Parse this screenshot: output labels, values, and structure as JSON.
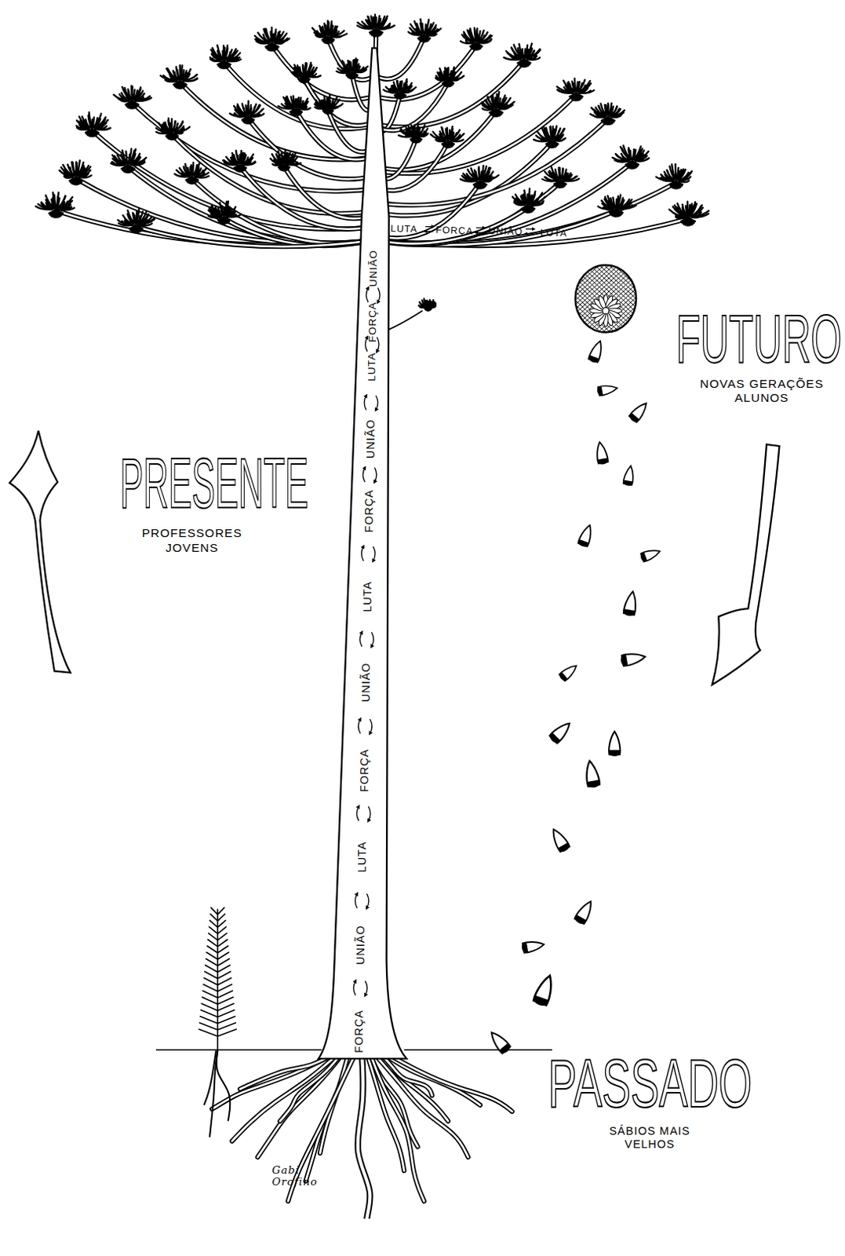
{
  "diagram": {
    "labels": [
      "PRESENTE",
      "PROFESSORES JOVENS",
      "FUTURO",
      "NOVAS GERAÇÕES ALUNOS",
      "PASSADO",
      "SÁBIOS MAIS VELHOS",
      "FORÇA",
      "UNIÃO",
      "LUTA",
      "FORÇA",
      "UNIÃO",
      "LUTA",
      "FORÇA",
      "UNIÃO",
      "LUTA",
      "FORÇA",
      "UNIÃO",
      "LUTA",
      "FORÇA",
      "UNIÃO",
      "LUTA",
      "Gabi Orofino"
    ]
  }
}
